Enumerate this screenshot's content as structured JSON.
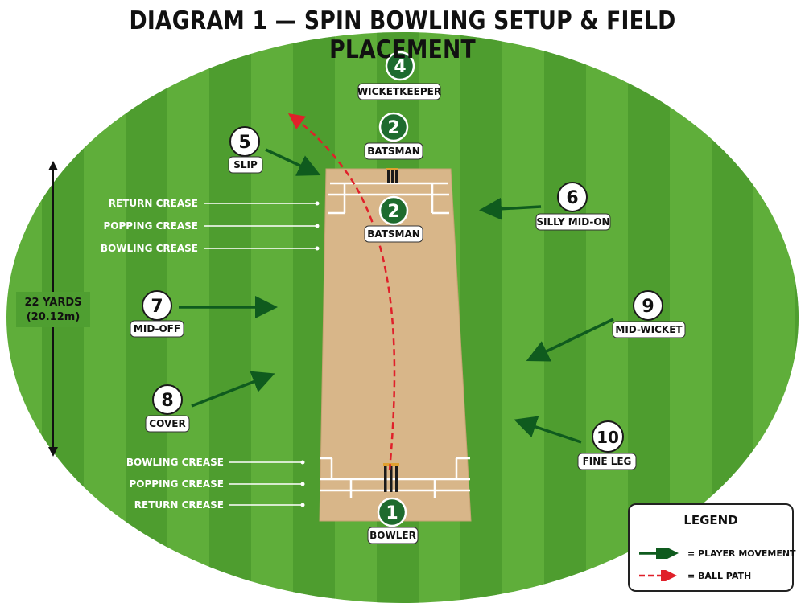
{
  "title": "DIAGRAM 1 — SPIN BOWLING SETUP & FIELD PLACEMENT",
  "colors": {
    "grass_light": "#5fae3a",
    "grass_dark": "#3f8f27",
    "pitch": "#d8b689",
    "player_marker": "#1e6b2e",
    "movement_arrow": "#0f5b1e",
    "ball_path": "#e0202a"
  },
  "measurement": {
    "line1": "22 YARDS",
    "line2": "(20.12m)"
  },
  "top_crease_labels": [
    "RETURN CREASE",
    "POPPING CREASE",
    "BOWLING CREASE"
  ],
  "bottom_crease_labels": [
    "BOWLING CREASE",
    "POPPING CREASE",
    "RETURN CREASE"
  ],
  "players": [
    {
      "id": "wicketkeeper",
      "number": "4",
      "label": "WICKETKEEPER",
      "style": "filled"
    },
    {
      "id": "batsman-far",
      "number": "2",
      "label": "BATSMAN",
      "style": "filled"
    },
    {
      "id": "batsman-near",
      "number": "2",
      "label": "BATSMAN",
      "style": "filled"
    },
    {
      "id": "bowler",
      "number": "1",
      "label": "BOWLER",
      "style": "filled"
    },
    {
      "id": "slip",
      "number": "5",
      "label": "SLIP",
      "style": "outline"
    },
    {
      "id": "silly-mid-on",
      "number": "6",
      "label": "SILLY MID-ON",
      "style": "outline"
    },
    {
      "id": "mid-off",
      "number": "7",
      "label": "MID-OFF",
      "style": "outline"
    },
    {
      "id": "cover",
      "number": "8",
      "label": "COVER",
      "style": "outline"
    },
    {
      "id": "mid-wicket",
      "number": "9",
      "label": "MID-WICKET",
      "style": "outline"
    },
    {
      "id": "fine-leg",
      "number": "10",
      "label": "FINE LEG",
      "style": "outline"
    }
  ],
  "legend": {
    "title": "LEGEND",
    "player_movement": "= PLAYER MOVEMENT",
    "ball_path": "= BALL PATH"
  }
}
